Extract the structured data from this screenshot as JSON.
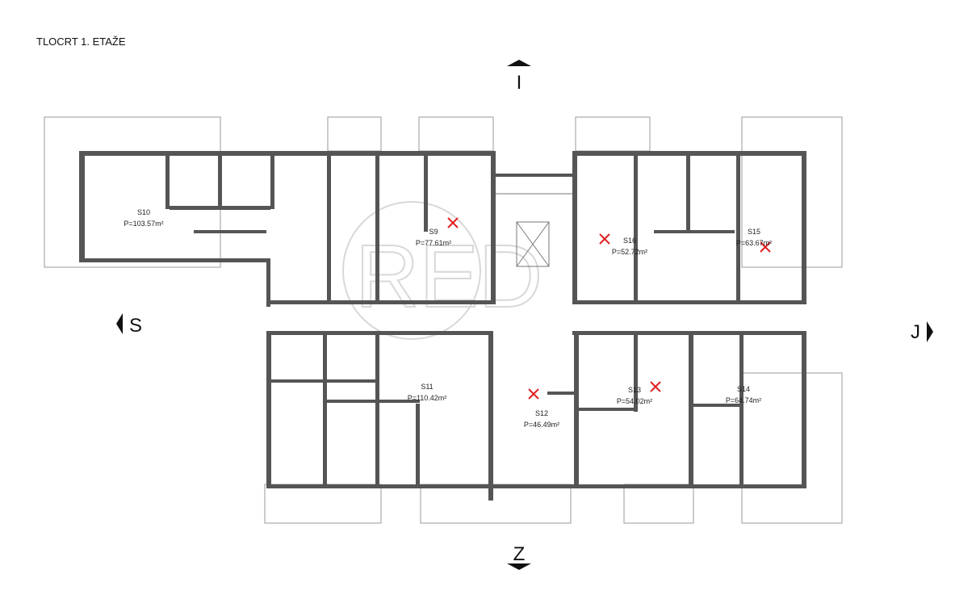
{
  "title": "TLOCRT 1. ETAŽE",
  "compass": {
    "north": "I",
    "south": "Z",
    "west": "S",
    "east": "J"
  },
  "units": [
    {
      "id": "S10",
      "area": "P=103.57m²"
    },
    {
      "id": "S9",
      "area": "P=77.61m²"
    },
    {
      "id": "S16",
      "area": "P=52.72m²"
    },
    {
      "id": "S15",
      "area": "P=63.67m²"
    },
    {
      "id": "S11",
      "area": "P=110.42m²"
    },
    {
      "id": "S12",
      "area": "P=46.49m²"
    },
    {
      "id": "S13",
      "area": "P=54.02m²"
    },
    {
      "id": "S14",
      "area": "P=64.74m²"
    }
  ],
  "colors": {
    "wall": "#555555",
    "balcony": "#9a9a9a",
    "sold_mark": "#e02020"
  }
}
